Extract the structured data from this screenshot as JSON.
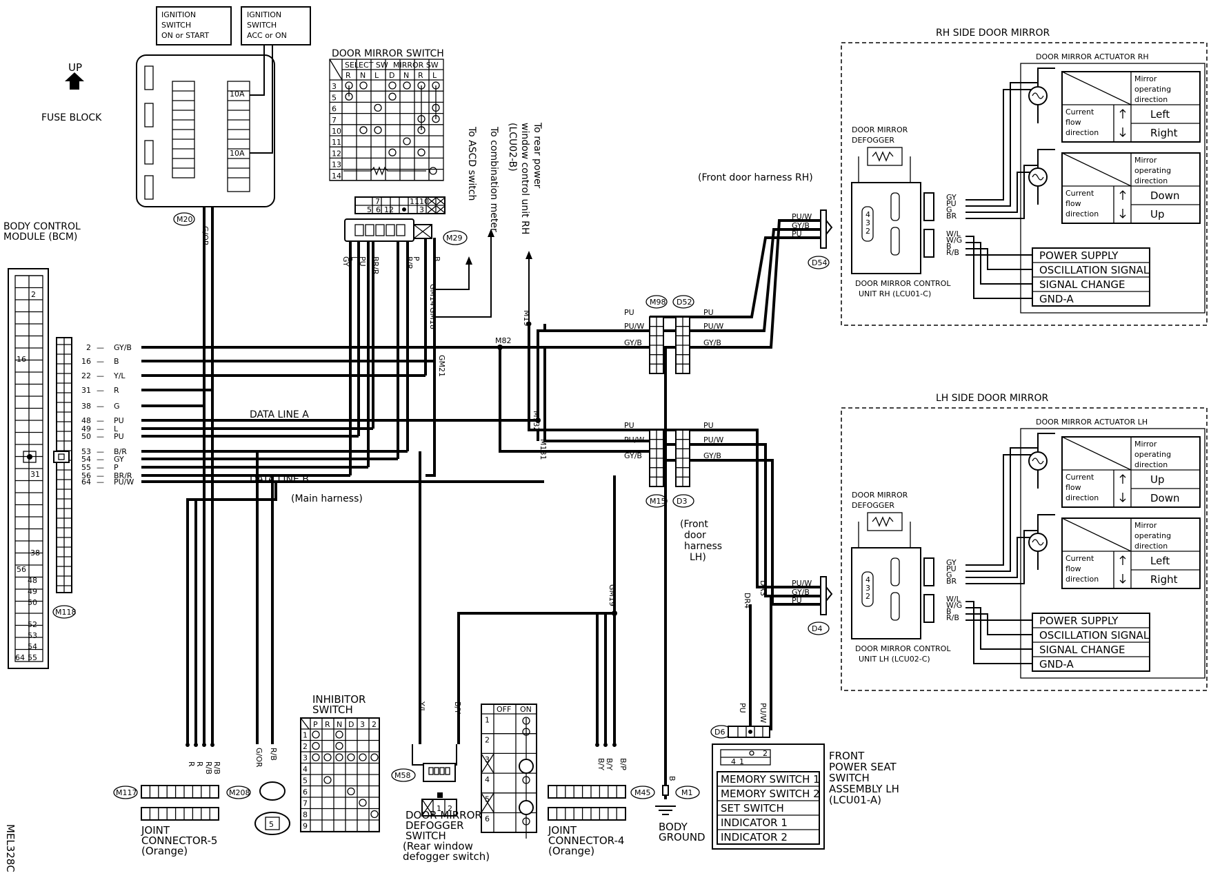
{
  "top": {
    "up": "UP",
    "fuse_block": "FUSE BLOCK",
    "ign1": [
      "IGNITION",
      "SWITCH",
      "ON or START"
    ],
    "ign2": [
      "IGNITION",
      "SWITCH",
      "ACC or ON"
    ],
    "fuse_a": "10A",
    "fuse_b": "10A",
    "m20": "M20",
    "m20_wires": "G/OR"
  },
  "bcm": {
    "title": [
      "BODY CONTROL",
      "MODULE (BCM)"
    ],
    "conn": "M118",
    "pins": [
      {
        "pin": "2",
        "wire": "GY/B"
      },
      {
        "pin": "16",
        "wire": "B"
      },
      {
        "pin": "22",
        "wire": "Y/L"
      },
      {
        "pin": "31",
        "wire": "R"
      },
      {
        "pin": "38",
        "wire": "G"
      },
      {
        "pin": "48",
        "wire": "PU"
      },
      {
        "pin": "49",
        "wire": "L"
      },
      {
        "pin": "50",
        "wire": "PU"
      },
      {
        "pin": "53",
        "wire": "B/R"
      },
      {
        "pin": "54",
        "wire": "GY"
      },
      {
        "pin": "55",
        "wire": "P"
      },
      {
        "pin": "56",
        "wire": "BR/R"
      },
      {
        "pin": "64",
        "wire": "PU/W"
      }
    ],
    "cell_labels": [
      "2",
      "16",
      "31",
      "38",
      "56",
      "48",
      "49",
      "50",
      "52",
      "53",
      "54",
      "64",
      "55"
    ]
  },
  "labels": {
    "data_a": "DATA LINE A",
    "data_b": "DATA LINE B",
    "main_harness": "(Main harness)",
    "front_rh": "(Front door harness RH)",
    "front_lh": [
      "(Front",
      "door",
      "harness",
      "LH)"
    ],
    "to_ascd": "To ASCD switch",
    "to_combo": "To combination meter",
    "to_rear": [
      "To rear power",
      "window control unit RH",
      "(LCU02-B)"
    ],
    "mel": "MEL328C"
  },
  "door_sw": {
    "title": "DOOR MIRROR SWITCH",
    "hdr_select": "SELECT SW",
    "hdr_mirror": "MIRROR SW",
    "cols": [
      "R",
      "N",
      "L",
      "D",
      "N",
      "R",
      "L"
    ],
    "rows": [
      "3",
      "5",
      "6",
      "7",
      "10",
      "11",
      "12",
      "13",
      "14"
    ],
    "conn": "M29",
    "cav_top": [
      "7",
      "",
      "11",
      "10"
    ],
    "cav_bot": [
      "5",
      "6",
      "12",
      "",
      "3"
    ],
    "wires": [
      "GY",
      "L",
      "PU",
      "BR/R",
      "B/R",
      "P",
      "B"
    ]
  },
  "conns": {
    "m98": "M98",
    "d52": "D52",
    "d54": "D54",
    "m15": "M15",
    "d3": "D3",
    "d4": "D4",
    "d6": "D6",
    "m117": "M117",
    "m208": "M208",
    "m58": "M58",
    "m45": "M45",
    "m1": "M1"
  },
  "splices": {
    "gm14": "GM14",
    "gm18": "GM18",
    "gm21": "GM21",
    "m19": "M19",
    "m82": "M82",
    "m132": "M132",
    "m131": "M131",
    "gm19": "GM19",
    "dr3": "DR3",
    "dr4": "DR4"
  },
  "wires_mid": {
    "rh_left": [
      "PU",
      "PU/W",
      "GY/B"
    ],
    "rh_right": [
      "PU",
      "PU/W",
      "GY/B"
    ],
    "lh_left": [
      "PU",
      "PU/W",
      "GY/B"
    ],
    "lh_right": [
      "PU",
      "PU/W",
      "GY/B"
    ],
    "d54": [
      "PU/W",
      "GY/B",
      "PU"
    ],
    "d4": [
      "PU/W",
      "GY/B",
      "PU"
    ],
    "d6": [
      "PU",
      "PU/W"
    ]
  },
  "rh": {
    "title": "RH SIDE DOOR MIRROR",
    "actuator": "DOOR MIRROR ACTUATOR RH",
    "defogger": [
      "DOOR MIRROR",
      "DEFOGGER"
    ],
    "unit": [
      "DOOR MIRROR CONTROL",
      "UNIT RH (LCU01-C)"
    ],
    "table1": {
      "head": [
        "Mirror",
        "operating",
        "direction"
      ],
      "flow": [
        "Current",
        "flow",
        "direction"
      ],
      "a": "Left",
      "b": "Right"
    },
    "table2": {
      "head": [
        "Mirror",
        "operating",
        "direction"
      ],
      "flow": [
        "Current",
        "flow",
        "direction"
      ],
      "a": "Down",
      "b": "Up"
    },
    "wires_top": [
      "GY",
      "PU",
      "G",
      "BR"
    ],
    "wires_bot": [
      "W/L",
      "W/G",
      "B",
      "R/B"
    ],
    "signals": [
      "POWER SUPPLY",
      "OSCILLATION SIGNAL",
      "SIGNAL CHANGE",
      "GND-A"
    ],
    "pins": [
      "4",
      "3",
      "2"
    ]
  },
  "lh": {
    "title": "LH SIDE DOOR MIRROR",
    "actuator": "DOOR MIRROR ACTUATOR LH",
    "defogger": [
      "DOOR MIRROR",
      "DEFOGGER"
    ],
    "unit": [
      "DOOR MIRROR CONTROL",
      "UNIT LH (LCU02-C)"
    ],
    "table1": {
      "head": [
        "Mirror",
        "operating",
        "direction"
      ],
      "flow": [
        "Current",
        "flow",
        "direction"
      ],
      "a": "Up",
      "b": "Down"
    },
    "table2": {
      "head": [
        "Mirror",
        "operating",
        "direction"
      ],
      "flow": [
        "Current",
        "flow",
        "direction"
      ],
      "a": "Left",
      "b": "Right"
    },
    "wires_top": [
      "GY",
      "PU",
      "G",
      "BR"
    ],
    "wires_bot": [
      "W/L",
      "W/G",
      "B",
      "R/B"
    ],
    "signals": [
      "POWER SUPPLY",
      "OSCILLATION SIGNAL",
      "SIGNAL CHANGE",
      "GND-A"
    ],
    "pins": [
      "4",
      "3",
      "2"
    ]
  },
  "bottom": {
    "jc5": [
      "JOINT",
      "CONNECTOR-5",
      "(Orange)"
    ],
    "jc5_wires": [
      "R",
      "R",
      "R/B",
      "R/B"
    ],
    "m208_wires": [
      "G/OR",
      "R/B"
    ],
    "m208_cav": "5",
    "inhibitor": {
      "title": [
        "INHIBITOR",
        "SWITCH"
      ],
      "cols": [
        "P",
        "R",
        "N",
        "D",
        "3",
        "2"
      ],
      "rows": [
        "1",
        "2",
        "3",
        "4",
        "5",
        "6",
        "7",
        "8",
        "9"
      ]
    },
    "defog_sw": [
      "DOOR MIRROR",
      "DEFOGGER",
      "SWITCH",
      "(Rear window",
      "defogger switch)"
    ],
    "defog_wires": [
      "Y/L",
      "B/Y"
    ],
    "defog_cav": [
      "1",
      "2"
    ],
    "defog_table": {
      "off": "OFF",
      "on": "ON",
      "rows": [
        "1",
        "2",
        "3",
        "4",
        "5",
        "6"
      ]
    },
    "jc4": [
      "JOINT",
      "CONNECTOR-4",
      "(Orange)"
    ],
    "jc4_wires": [
      "B/Y",
      "B/Y",
      "B/P"
    ],
    "body_ground": [
      "BODY",
      "GROUND"
    ],
    "ground_wire": "B",
    "seat": {
      "title": [
        "FRONT",
        "POWER SEAT",
        "SWITCH",
        "ASSEMBLY LH",
        "(LCU01-A)"
      ],
      "rows": [
        "MEMORY SWITCH 1",
        "MEMORY SWITCH 2",
        "SET SWITCH",
        "INDICATOR 1",
        "INDICATOR 2"
      ],
      "cav": [
        "4",
        "1",
        "2"
      ]
    }
  }
}
